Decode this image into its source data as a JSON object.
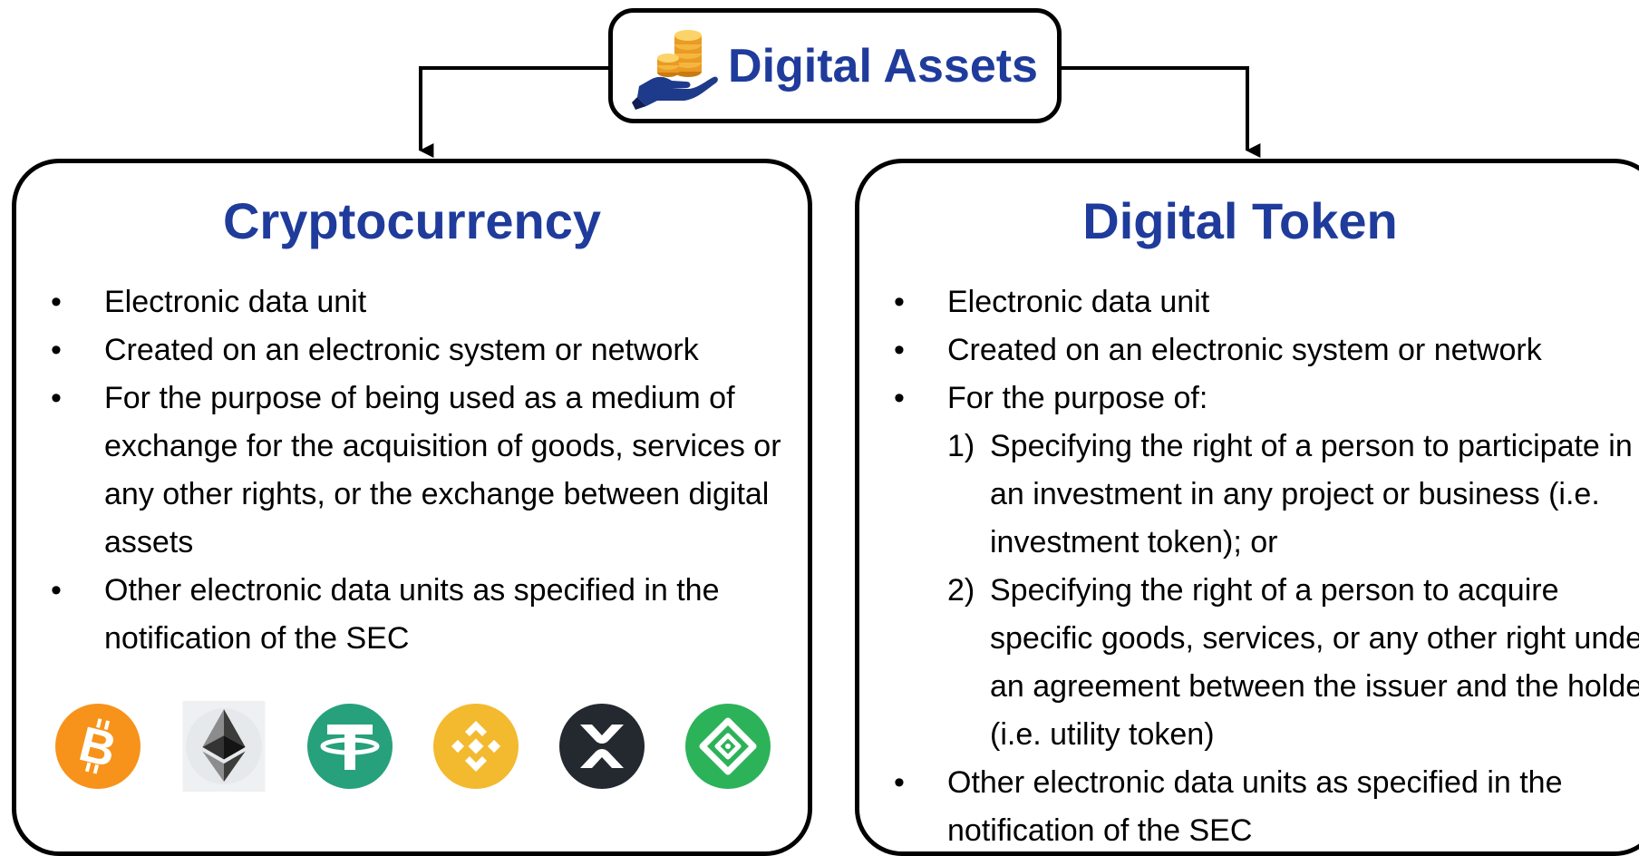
{
  "root": {
    "title": "Digital Assets",
    "icon": "coin-stack-hand-icon"
  },
  "cryptocurrency": {
    "title": "Cryptocurrency",
    "bullets": [
      "Electronic data unit",
      "Created on an electronic system or network",
      "For the purpose of being used as a medium of exchange for the acquisition of goods, services or any other rights, or the exchange between digital assets",
      "Other electronic data units as specified in the notification of the SEC"
    ],
    "coin_icons": [
      "bitcoin-icon",
      "ethereum-icon",
      "tether-icon",
      "binance-coin-icon",
      "xrp-icon",
      "bitkub-coin-icon"
    ]
  },
  "digital_token": {
    "title": "Digital Token",
    "bullets": [
      "Electronic data unit",
      "Created on an electronic system or network",
      "For the purpose of:",
      "Other electronic data units as specified in the notification of the SEC"
    ],
    "purposes": [
      {
        "number": "1)",
        "text": "Specifying the right of a person to participate in an investment in any project or business (i.e. investment token); or"
      },
      {
        "number": "2)",
        "text": "Specifying the right of a person to acquire specific goods, services, or any other right under an agreement between the issuer and the holder (i.e. utility token)"
      }
    ]
  },
  "colors": {
    "title_blue": "#1f3b9b",
    "border": "#000000",
    "bitcoin": "#f7931a",
    "ethereum_bg": "#e9ebed",
    "tether": "#26a17b",
    "binance": "#f3ba2f",
    "xrp": "#23292f",
    "bitkub": "#2cb35a"
  }
}
